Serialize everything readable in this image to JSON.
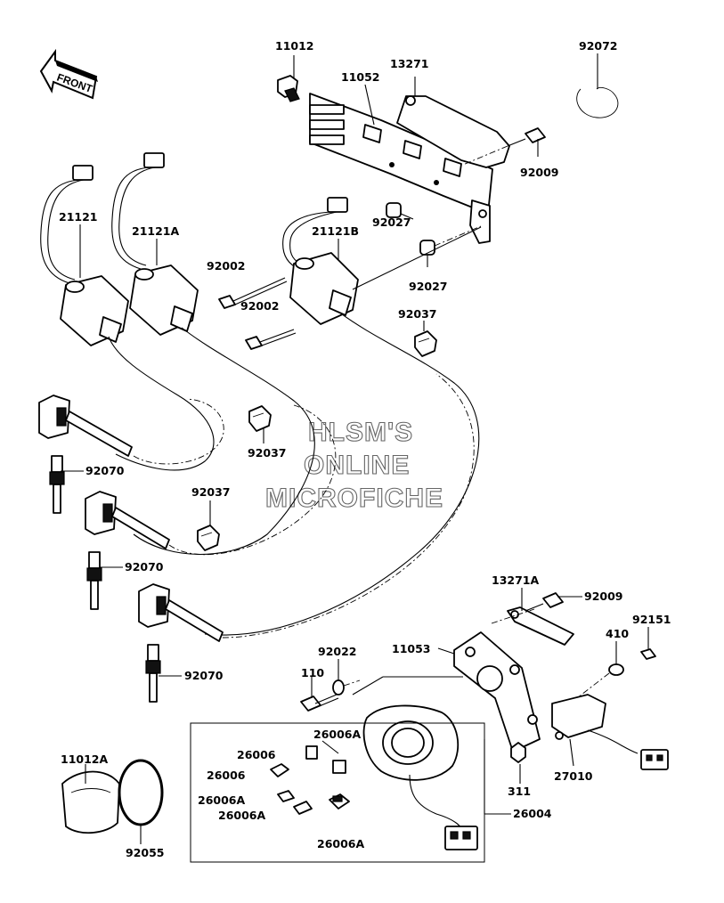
{
  "front_arrow": {
    "text": "FRONT"
  },
  "watermark": {
    "line1": "HLSM'S",
    "line2": "ONLINE",
    "line3": "MICROFICHE"
  },
  "labels": {
    "p11012": "11012",
    "p13271": "13271",
    "p92072": "92072",
    "p11052": "11052",
    "p92009_top": "92009",
    "p21121": "21121",
    "p21121A": "21121A",
    "p21121B": "21121B",
    "p92027_a": "92027",
    "p92027_b": "92027",
    "p92002_a": "92002",
    "p92002_b": "92002",
    "p92037_a": "92037",
    "p92037_b": "92037",
    "p92037_c": "92037",
    "p92070_a": "92070",
    "p92070_b": "92070",
    "p92070_c": "92070",
    "p13271A": "13271A",
    "p92009_mid": "92009",
    "p92151": "92151",
    "p410": "410",
    "p11053": "11053",
    "p92022": "92022",
    "p110": "110",
    "p26006A_top": "26006A",
    "p26006_a": "26006",
    "p26006_b": "26006",
    "p26006A_b": "26006A",
    "p26006A_c": "26006A",
    "p26006A_d": "26006A",
    "p26004": "26004",
    "p27010": "27010",
    "p311": "311",
    "p11012A": "11012A",
    "p92055": "92055"
  }
}
